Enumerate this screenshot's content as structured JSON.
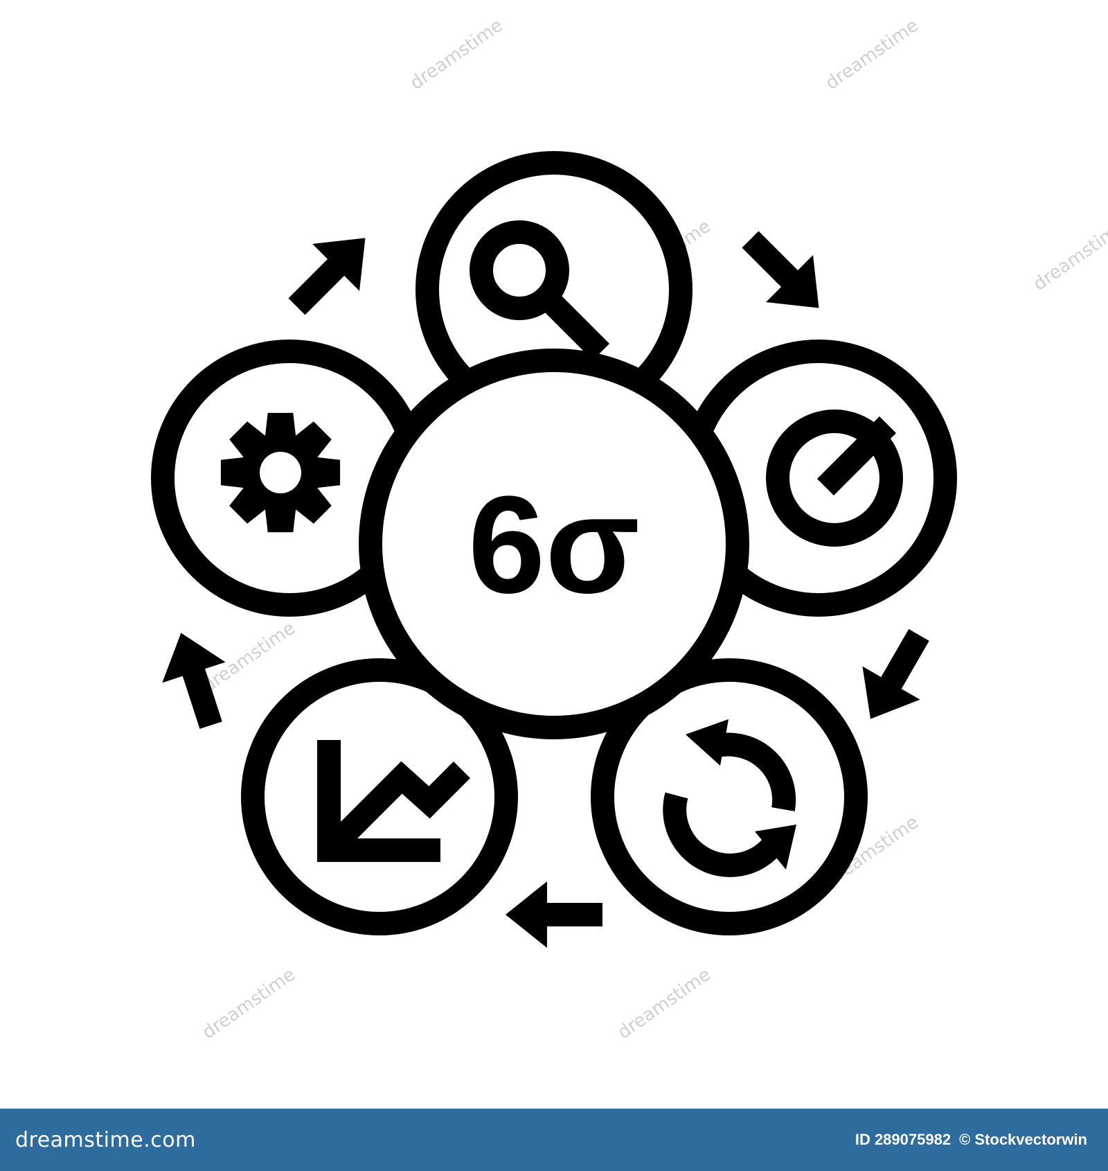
{
  "diagram": {
    "center_symbol": "6σ",
    "nodes": [
      {
        "id": "top",
        "icon": "magnifier-icon"
      },
      {
        "id": "right",
        "icon": "gauge-icon"
      },
      {
        "id": "bottom-right",
        "icon": "refresh-icon"
      },
      {
        "id": "bottom-left",
        "icon": "downtrend-chart-icon"
      },
      {
        "id": "left",
        "icon": "gear-icon"
      }
    ],
    "arrows": [
      "arrow-up-right-icon",
      "arrow-down-right-icon",
      "arrow-down-left-icon",
      "arrow-left-icon",
      "arrow-up-icon"
    ],
    "stroke_color": "#000000",
    "background_color": "#ffffff"
  },
  "watermark": {
    "text": "dreamstime"
  },
  "footer": {
    "brand": "dreamstime.com",
    "image_id": "ID 289075982",
    "credit": "© Stockvectorwin",
    "background_color": "#2f6c9e"
  }
}
